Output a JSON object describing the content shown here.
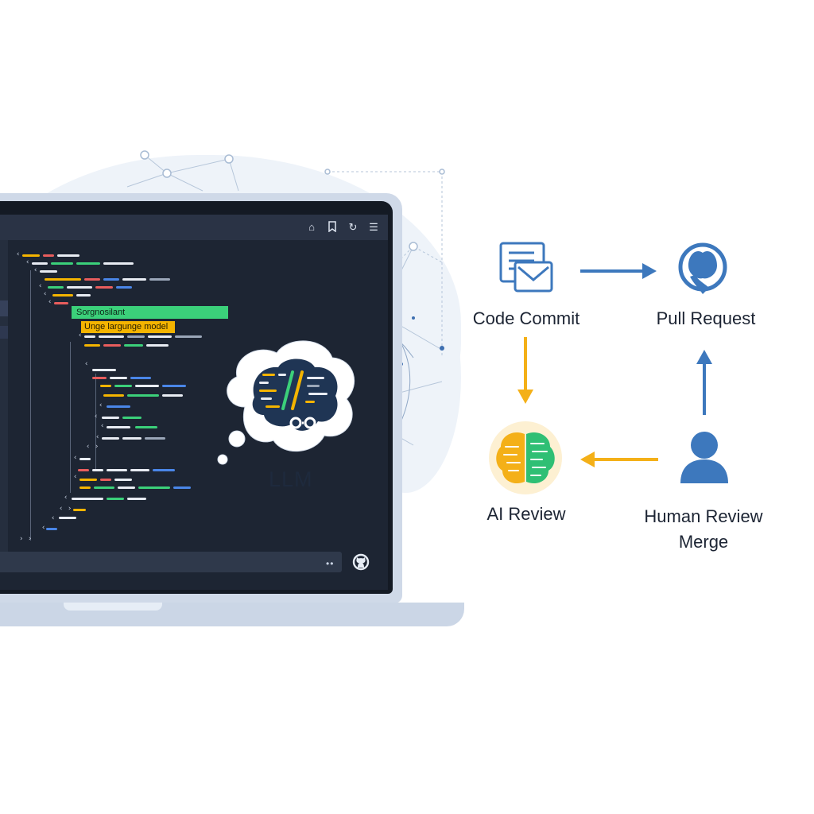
{
  "editor": {
    "highlight_green": "Sorgnosilant",
    "highlight_yellow": "Unge largunge model"
  },
  "llm": {
    "label": "LLM"
  },
  "workflow": {
    "nodes": {
      "code_commit": "Code Commit",
      "pull_request": "Pull Request",
      "ai_review": "AI Review",
      "human_review_line1": "Human Review",
      "human_review_line2": "Merge"
    }
  },
  "colors": {
    "blue": "#3d78bd",
    "orange": "#f4b018",
    "green": "#3bd07a",
    "screen": "#1d2533",
    "laptop_frame": "#cfd9e8"
  }
}
